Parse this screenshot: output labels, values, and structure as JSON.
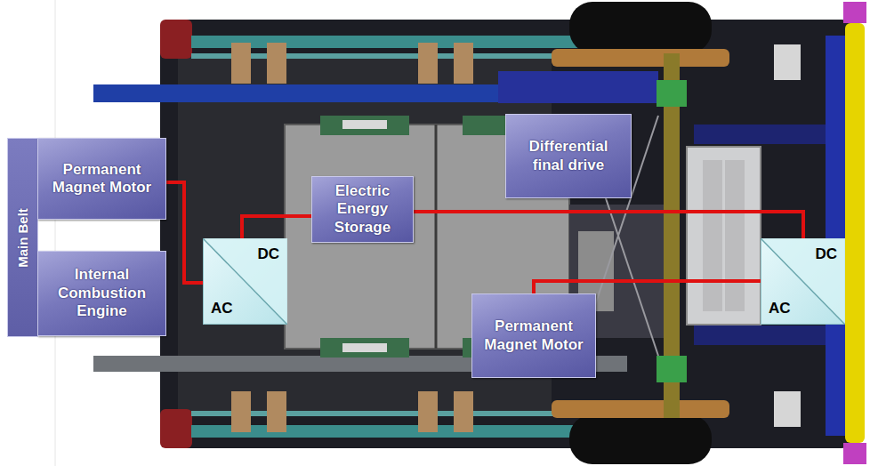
{
  "diagram": {
    "nodes": [
      {
        "text": [
          "Main Belt"
        ]
      },
      {
        "text": [
          "Permanent Magnet Motor"
        ]
      },
      {
        "text": [
          "Internal Combustion Engine"
        ]
      },
      {
        "text": [
          "DC",
          "AC"
        ]
      },
      {
        "text": [
          "Electric Energy Storage"
        ]
      },
      {
        "text": [
          "Differential final drive"
        ]
      },
      {
        "text": [
          "DC",
          "AC"
        ]
      },
      {
        "text": [
          "Permanent Magnet Motor"
        ]
      }
    ],
    "edges": [
      {
        "from": 1,
        "to": 3,
        "arrow": "none"
      },
      {
        "from": 3,
        "to": 4,
        "arrow": "none"
      },
      {
        "from": 4,
        "to": 6,
        "arrow": "none"
      },
      {
        "from": 6,
        "to": 7,
        "arrow": "none"
      }
    ]
  }
}
